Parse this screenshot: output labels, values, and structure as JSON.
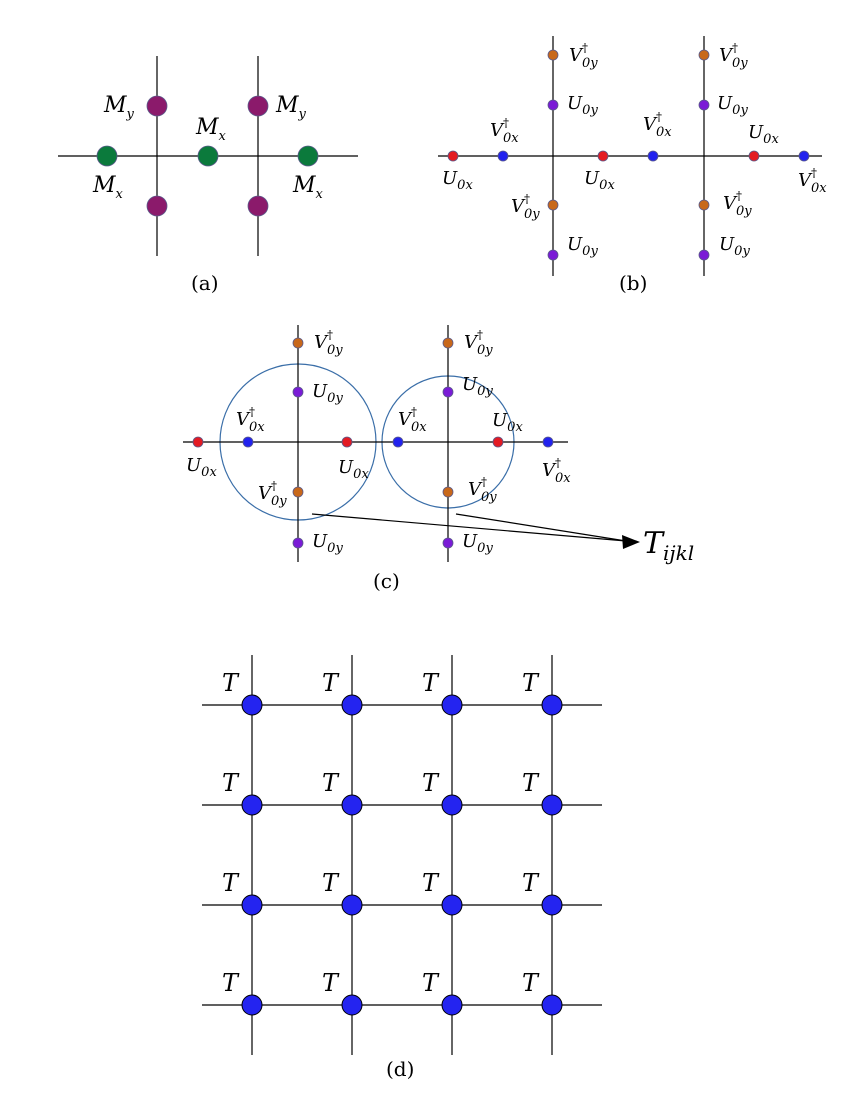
{
  "colors": {
    "green": "#0b7a3c",
    "maroon": "#8b1a6b",
    "red": "#e31b23",
    "blue": "#2222ee",
    "purple": "#7a1bd6",
    "orange": "#c8681a",
    "circle_outline": "#3a6ea8",
    "node_blue": "#2424f0"
  },
  "panel_a": {
    "caption": "(a)",
    "labels": {
      "my_left": {
        "base": "M",
        "sub": "y"
      },
      "my_right": {
        "base": "M",
        "sub": "y"
      },
      "mx_center": {
        "base": "M",
        "sub": "x"
      },
      "mx_left": {
        "base": "M",
        "sub": "x"
      },
      "mx_right": {
        "base": "M",
        "sub": "x"
      }
    }
  },
  "panel_b": {
    "caption": "(b)",
    "labels": {
      "v0y": {
        "base": "V",
        "sub": "0y",
        "sup": "†"
      },
      "u0y": {
        "base": "U",
        "sub": "0y"
      },
      "v0x": {
        "base": "V",
        "sub": "0x",
        "sup": "†"
      },
      "u0x": {
        "base": "U",
        "sub": "0x"
      }
    }
  },
  "panel_c": {
    "caption": "(c)",
    "tensor_label": {
      "base": "T",
      "sub": "ijkl"
    }
  },
  "panel_d": {
    "caption": "(d)",
    "node_label": "T"
  }
}
